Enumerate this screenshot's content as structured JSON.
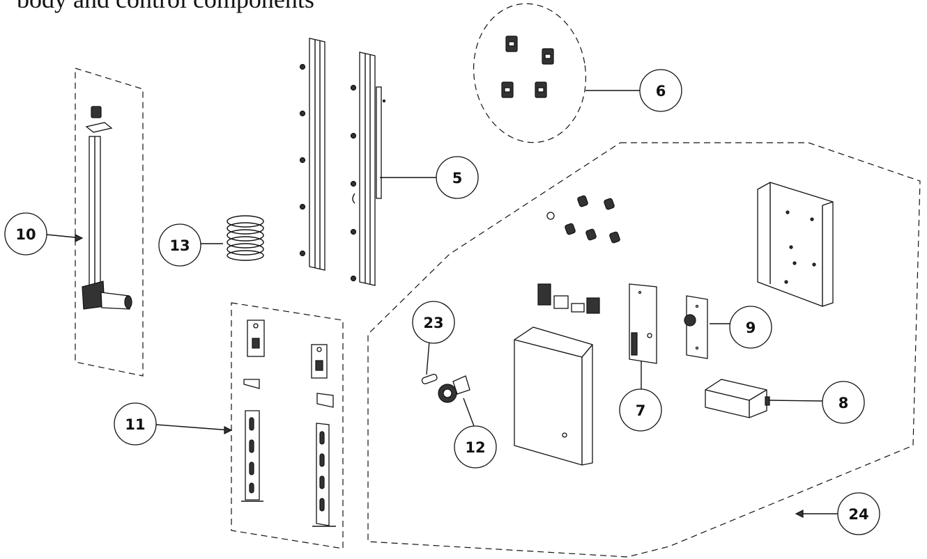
{
  "title": "body and control components",
  "callouts": {
    "c5": "5",
    "c6": "6",
    "c7": "7",
    "c8": "8",
    "c9": "9",
    "c10": "10",
    "c11": "11",
    "c12": "12",
    "c13": "13",
    "c23": "23",
    "c24": "24"
  }
}
